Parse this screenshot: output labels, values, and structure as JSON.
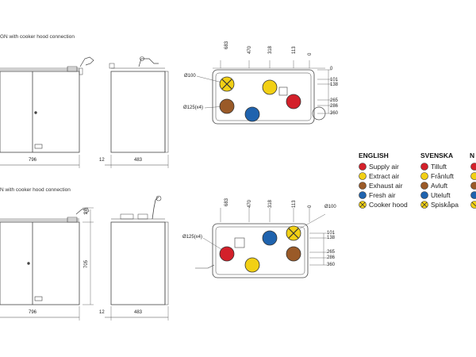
{
  "top_unit": {
    "caption": "GN with cooker hood connection",
    "width_front": "796",
    "side_gap": "12",
    "width_side": "483",
    "top_dims": [
      "683",
      "470",
      "318",
      "113",
      "0"
    ],
    "right_dims": [
      "0",
      "101",
      "138",
      "265",
      "286",
      "360"
    ],
    "dia_small": "Ø100",
    "dia_large": "Ø125(x4)"
  },
  "bottom_unit": {
    "caption": "N with cooker hood connection",
    "width_front": "796",
    "side_gap": "12",
    "width_side": "483",
    "height": "705",
    "top_offset": "28",
    "top_dims": [
      "683",
      "470",
      "318",
      "113",
      "0"
    ],
    "right_dims": [
      "101",
      "138",
      "265",
      "286",
      "360"
    ],
    "dia_small": "Ø100",
    "dia_large": "Ø125(x4)"
  },
  "legend": {
    "colors": {
      "supply": "#d3202a",
      "extract": "#f2d015",
      "exhaust": "#9a5a28",
      "fresh": "#1f63ae",
      "hood": "#f2d015"
    },
    "icons": [
      "red-circle",
      "yellow-circle",
      "brown-circle",
      "blue-circle",
      "crossed-yellow-circle"
    ],
    "english": {
      "heading": "ENGLISH",
      "items": [
        "Supply air",
        "Extract air",
        "Exhaust air",
        "Fresh air",
        "Cooker hood"
      ]
    },
    "svenska": {
      "heading": "SVENSKA",
      "items": [
        "Tilluft",
        "Frånluft",
        "Avluft",
        "Uteluft",
        "Spiskåpa"
      ]
    },
    "third_heading": "N"
  }
}
